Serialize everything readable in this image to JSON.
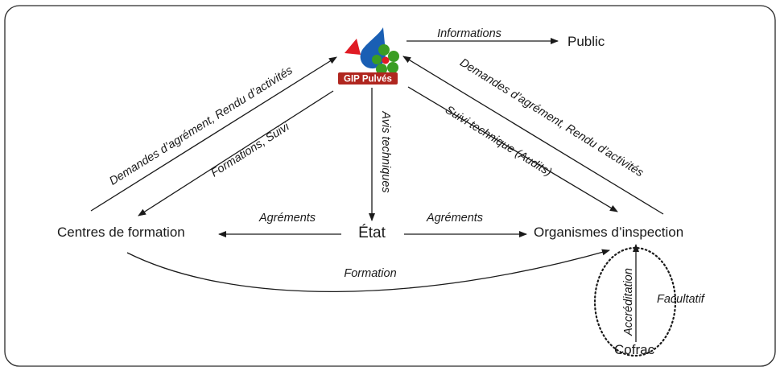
{
  "logo": {
    "label": "GIP Pulvés",
    "colors": {
      "blue": "#1a5fb4",
      "red": "#e01b24",
      "green": "#3a9d23",
      "label_bg": "#b0261f"
    }
  },
  "nodes": {
    "public": "Public",
    "centres": "Centres de formation",
    "etat": "État",
    "organismes": "Organismes d’inspection",
    "cofrac": "Cofrac"
  },
  "edges": {
    "informations": "Informations",
    "demandes_left": "Demandes d’agrément, Rendu d’activités",
    "formations_suivi": "Formations, Suivi",
    "avis_techniques": "Avis techniques",
    "suivi_technique": "Suivi technique (Audits)",
    "demandes_right": "Demandes d’agrément, Rendu d’activités",
    "agrements_left": "Agréments",
    "agrements_right": "Agréments",
    "formation": "Formation",
    "accreditation": "Accréditation",
    "facultatif": "Facultatif"
  }
}
